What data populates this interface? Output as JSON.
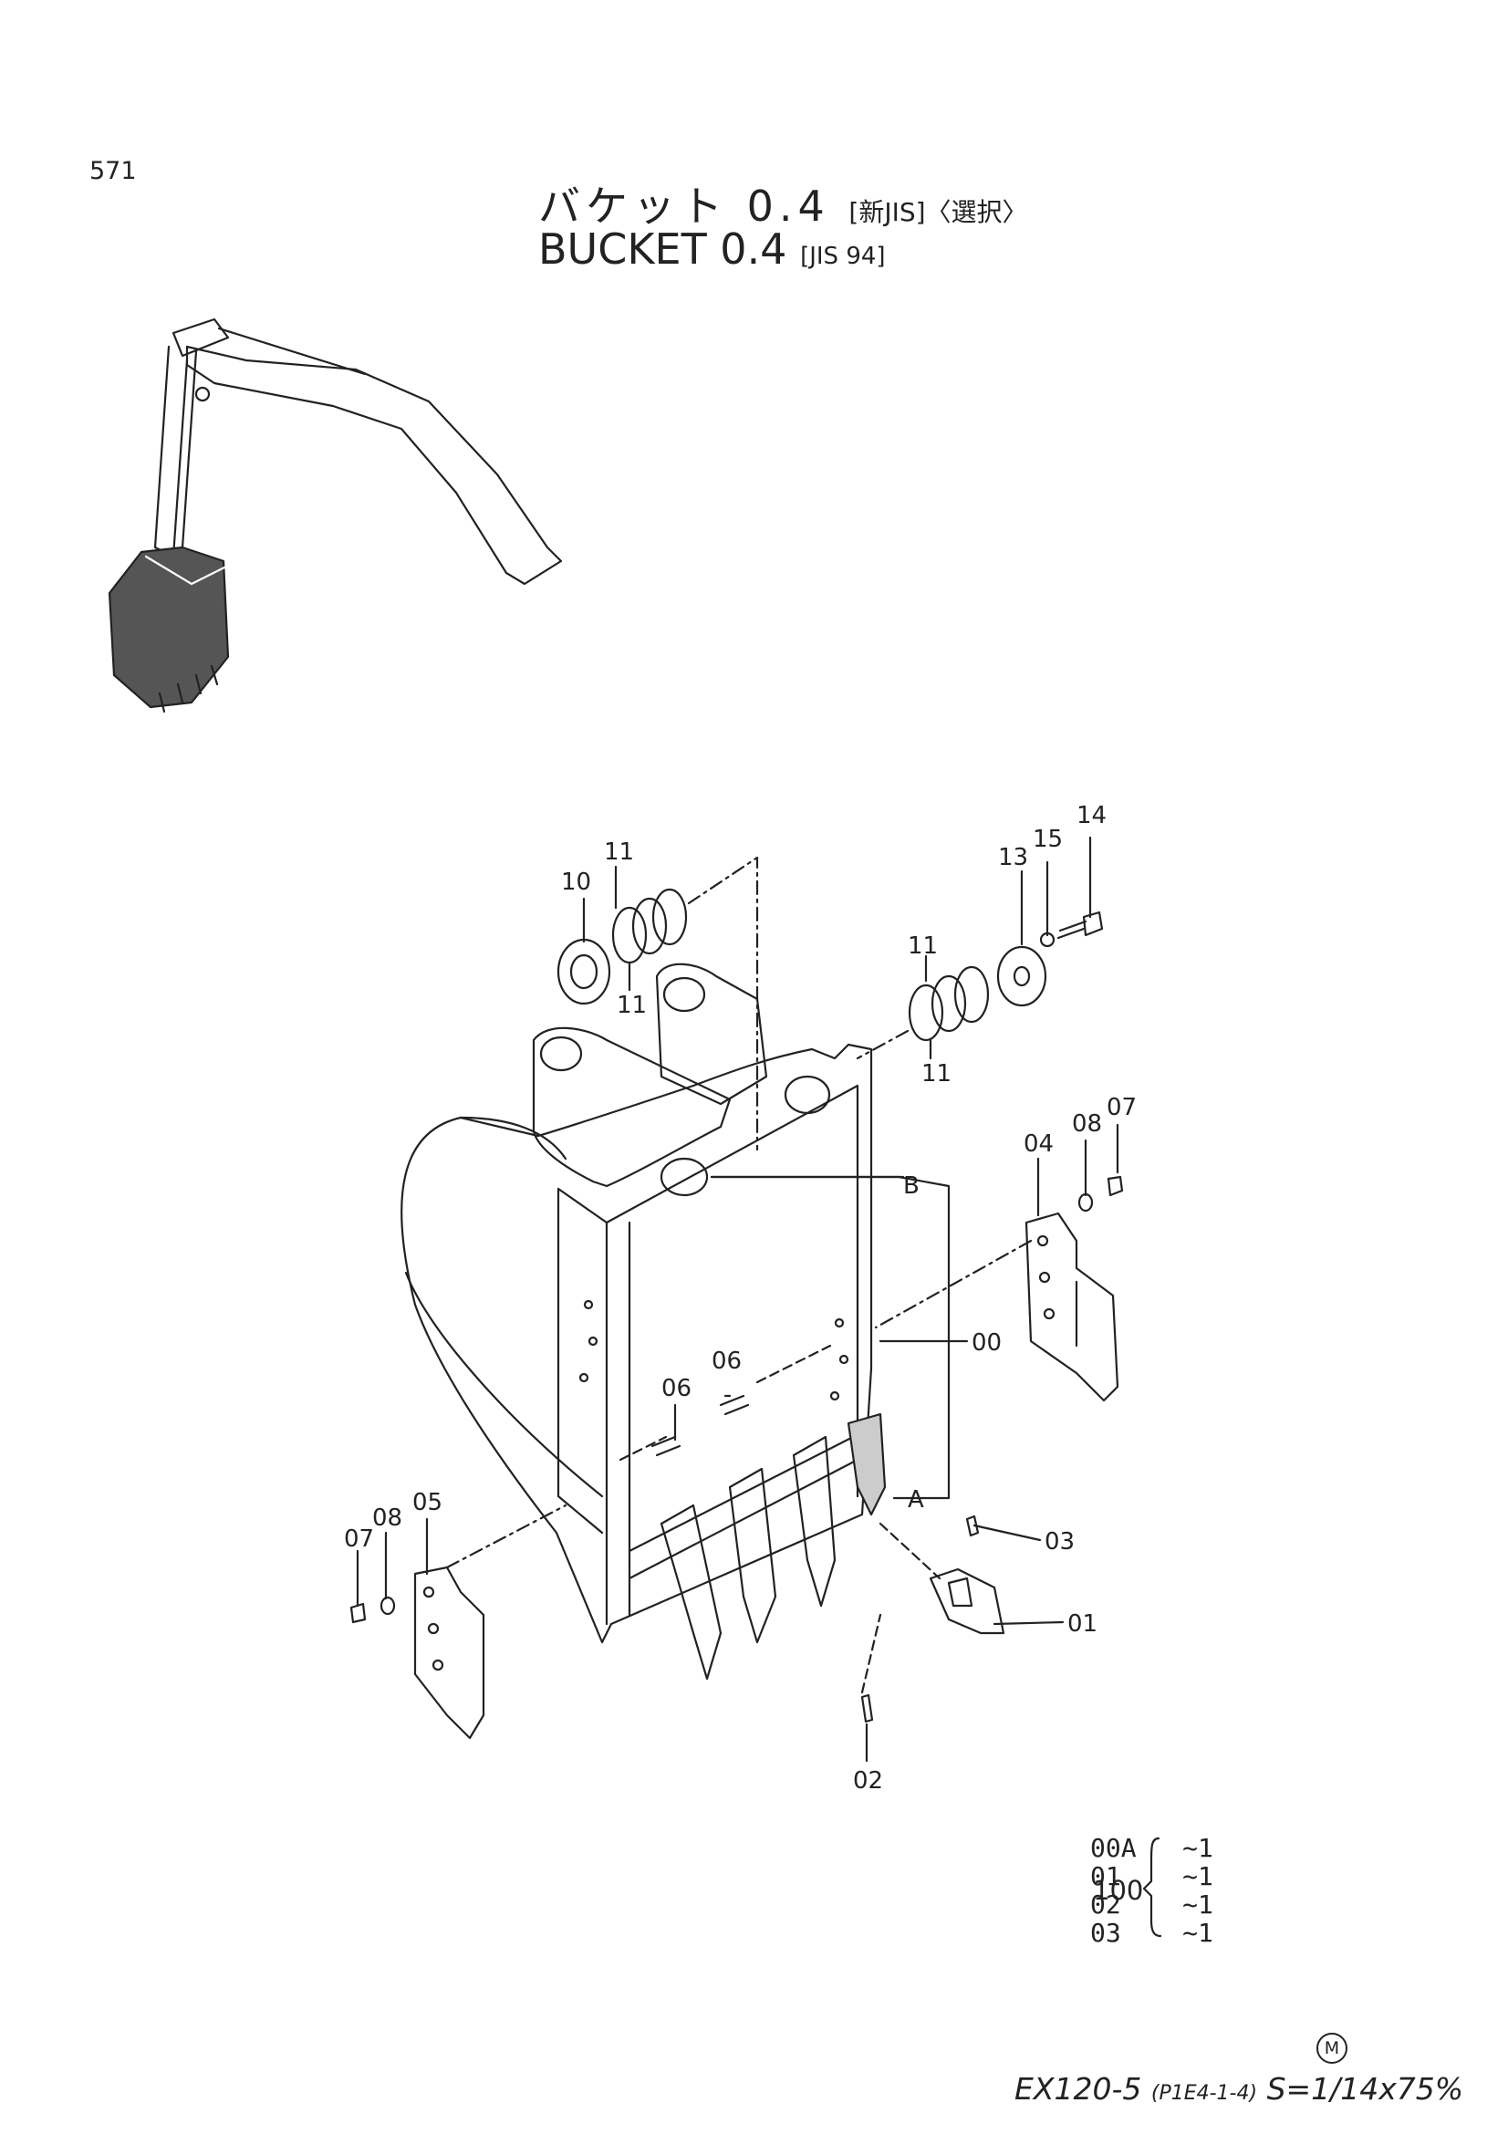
{
  "page_number": "571",
  "title_ja": "バケット 0.4",
  "title_ja_note": "[新JIS]〈選択〉",
  "title_en": "BUCKET 0.4",
  "title_en_note": "[JIS 94]",
  "callouts": {
    "c14": "14",
    "c15": "15",
    "c13": "13",
    "c11a": "11",
    "c11b": "11",
    "c11c": "11",
    "c11d": "11",
    "c10": "10",
    "c07r": "07",
    "c08r": "08",
    "c04": "04",
    "cB": "B",
    "c00": "00",
    "c06a": "06",
    "c06b": "06",
    "cA": "A",
    "c03": "03",
    "c01": "01",
    "c02": "02",
    "c05": "05",
    "c08l": "08",
    "c07l": "07"
  },
  "kit": {
    "number": "100",
    "items": [
      {
        "part": "00A",
        "range": "~1"
      },
      {
        "part": "01",
        "range": "~1"
      },
      {
        "part": "02",
        "range": "~1"
      },
      {
        "part": "03",
        "range": "~1"
      }
    ]
  },
  "footer": {
    "mark": "M",
    "model": "EX120-5",
    "code": "(P1E4-1-4)",
    "scale": "S=1/14x75%"
  }
}
